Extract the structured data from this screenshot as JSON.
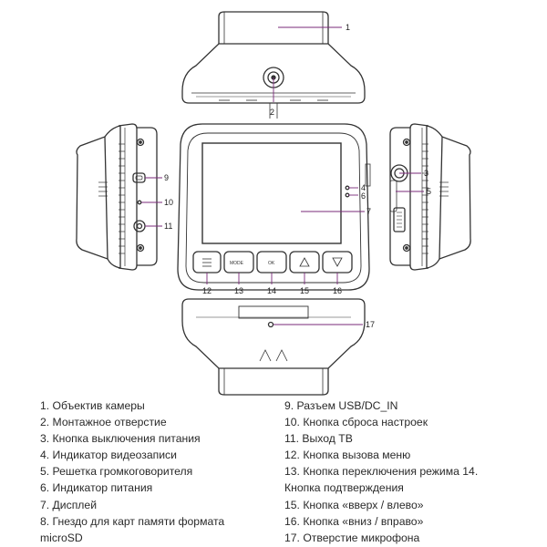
{
  "callouts": {
    "c1": "1",
    "c2": "2",
    "c3": "3",
    "c4": "4",
    "c5": "5",
    "c6": "6",
    "c7": "7",
    "c9": "9",
    "c10": "10",
    "c11": "11",
    "c12": "12",
    "c13": "13",
    "c14": "14",
    "c15": "15",
    "c16": "16",
    "c17": "17"
  },
  "button_labels": {
    "mode": "MODE",
    "ok": "OK"
  },
  "legend": {
    "left": [
      "1. Объектив камеры",
      "2. Монтажное отверстие",
      "3. Кнопка выключения питания",
      "4. Индикатор видеозаписи",
      "5. Решетка громкоговорителя",
      "6. Индикатор питания",
      "7. Дисплей",
      "8. Гнездо для карт памяти формата",
      "microSD"
    ],
    "right": [
      "9. Разъем USB/DC_IN",
      "10. Кнопка сброса настроек",
      "11. Выход ТВ",
      "12. Кнопка вызова меню",
      "13. Кнопка переключения режима 14.",
      "Кнопка подтверждения",
      "15. Кнопка «вверх / влево»",
      "16. Кнопка «вниз / вправо»",
      "17. Отверстие микрофона"
    ]
  },
  "colors": {
    "leader": "#7a2a7a",
    "outline": "#333333"
  }
}
